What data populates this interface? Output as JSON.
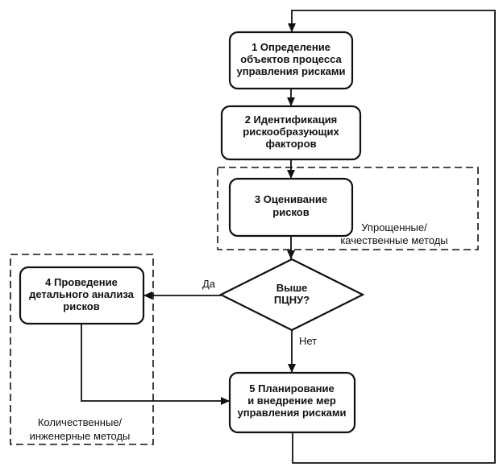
{
  "diagram": {
    "type": "flowchart",
    "language": "ru",
    "colors": {
      "line": "#111111",
      "background": "#ffffff",
      "text": "#111111",
      "node_fill": "#ffffff"
    },
    "nodes": {
      "step1": {
        "lines": [
          "1 Определение",
          "объектов процесса",
          "управления рисками"
        ]
      },
      "step2": {
        "lines": [
          "2 Идентификация",
          "рискообразующих",
          "факторов"
        ]
      },
      "step3": {
        "lines": [
          "3 Оценивание",
          "рисков"
        ]
      },
      "step4": {
        "lines": [
          "4 Проведение",
          "детального анализа",
          "рисков"
        ]
      },
      "step5": {
        "lines": [
          "5 Планирование",
          "и внедрение мер",
          "управления рисками"
        ]
      },
      "decision": {
        "lines": [
          "Выше",
          "ПЦНУ?"
        ]
      }
    },
    "groups": {
      "simplified": {
        "lines": [
          "Упрощенные/",
          "качественные методы"
        ]
      },
      "quantitative": {
        "lines": [
          "Количественные/",
          "инженерные методы"
        ]
      }
    },
    "edge_labels": {
      "yes": "Да",
      "no": "Нет"
    }
  }
}
